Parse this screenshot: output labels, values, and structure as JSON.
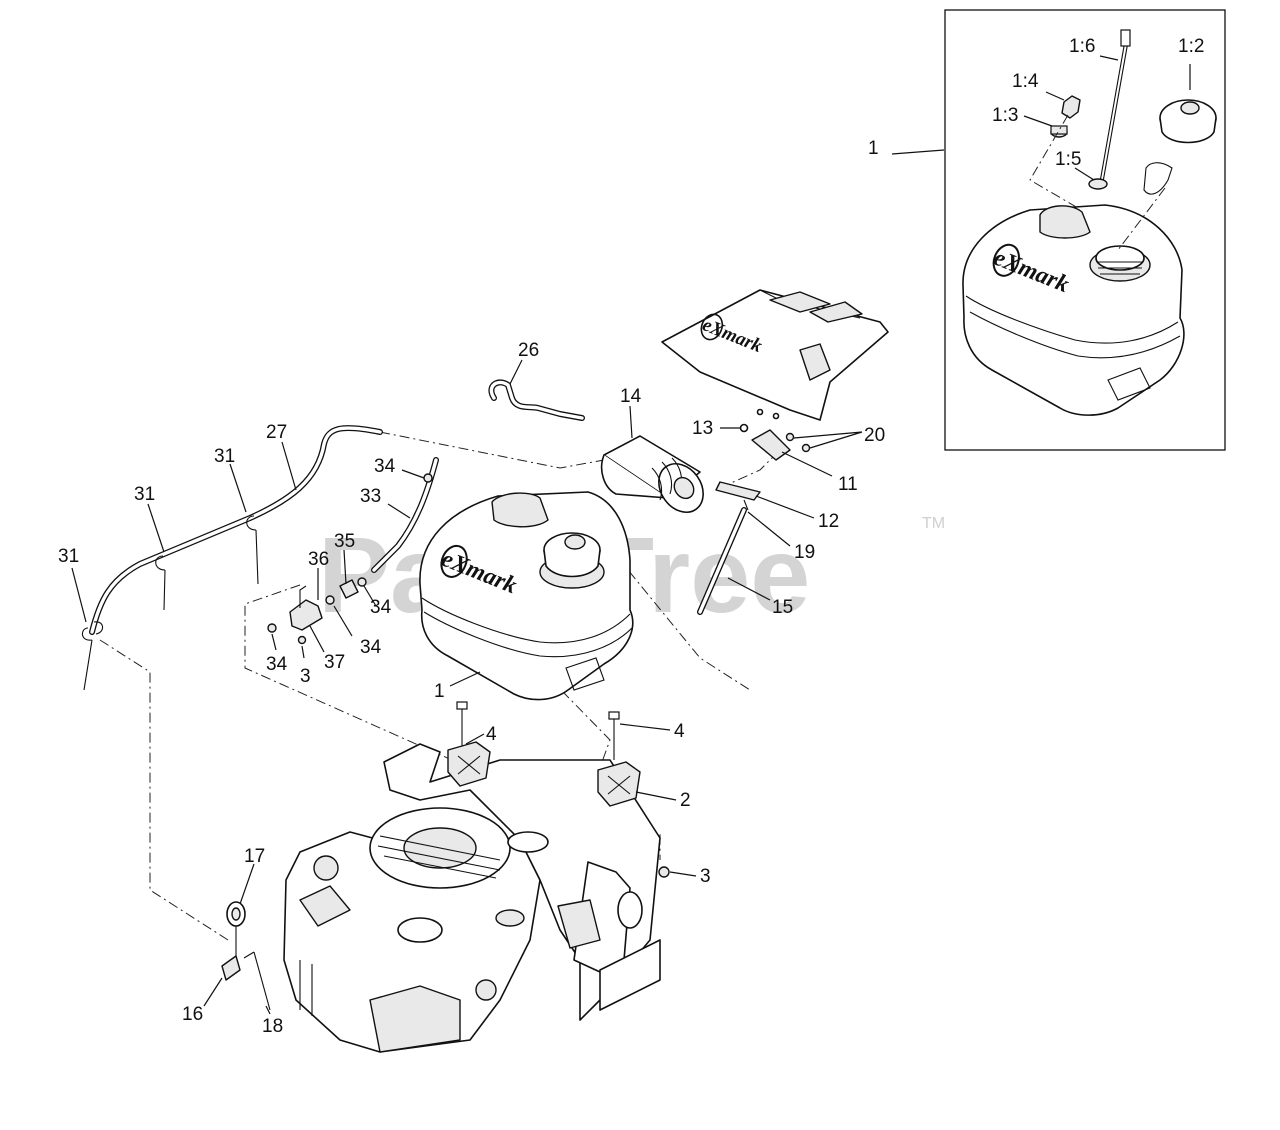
{
  "watermark": {
    "text": "PartsTree",
    "tm": "TM"
  },
  "brand": {
    "logo_text": "eXmark"
  },
  "callouts": [
    {
      "id": "c-1-6",
      "text": "1:6"
    },
    {
      "id": "c-1-2",
      "text": "1:2"
    },
    {
      "id": "c-1-4",
      "text": "1:4"
    },
    {
      "id": "c-1-3",
      "text": "1:3"
    },
    {
      "id": "c-1-inset",
      "text": "1"
    },
    {
      "id": "c-1-5",
      "text": "1:5"
    },
    {
      "id": "c-26",
      "text": "26"
    },
    {
      "id": "c-14",
      "text": "14"
    },
    {
      "id": "c-13",
      "text": "13"
    },
    {
      "id": "c-20",
      "text": "20"
    },
    {
      "id": "c-11",
      "text": "11"
    },
    {
      "id": "c-12",
      "text": "12"
    },
    {
      "id": "c-19",
      "text": "19"
    },
    {
      "id": "c-15",
      "text": "15"
    },
    {
      "id": "c-27",
      "text": "27"
    },
    {
      "id": "c-31a",
      "text": "31"
    },
    {
      "id": "c-31b",
      "text": "31"
    },
    {
      "id": "c-31c",
      "text": "31"
    },
    {
      "id": "c-34a",
      "text": "34"
    },
    {
      "id": "c-33",
      "text": "33"
    },
    {
      "id": "c-35",
      "text": "35"
    },
    {
      "id": "c-36",
      "text": "36"
    },
    {
      "id": "c-34b",
      "text": "34"
    },
    {
      "id": "c-34c",
      "text": "34"
    },
    {
      "id": "c-34d",
      "text": "34"
    },
    {
      "id": "c-3a",
      "text": "3"
    },
    {
      "id": "c-37",
      "text": "37"
    },
    {
      "id": "c-1-main",
      "text": "1"
    },
    {
      "id": "c-4a",
      "text": "4"
    },
    {
      "id": "c-4b",
      "text": "4"
    },
    {
      "id": "c-2",
      "text": "2"
    },
    {
      "id": "c-3b",
      "text": "3"
    },
    {
      "id": "c-17",
      "text": "17"
    },
    {
      "id": "c-16",
      "text": "16"
    },
    {
      "id": "c-18",
      "text": "18"
    }
  ]
}
